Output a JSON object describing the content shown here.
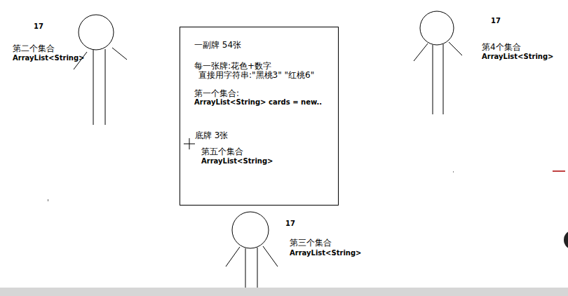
{
  "diagram": {
    "nodes": [
      {
        "text": [
          "一副牌 54张",
          "每一张牌:花色+数字",
          "直接用字符串:\"黑桃3\" \"红桃6\"",
          "第一个集合:",
          "ArrayList<String> cards = new..",
          "底牌 3张",
          "第五个集合",
          "ArrayList<String>"
        ]
      }
    ],
    "labels": [
      "17",
      "第二个集合",
      "ArrayList<String>",
      "17",
      "第4个集合",
      "ArrayList<String>",
      "17",
      "第三个集合",
      "ArrayList<String>"
    ]
  }
}
